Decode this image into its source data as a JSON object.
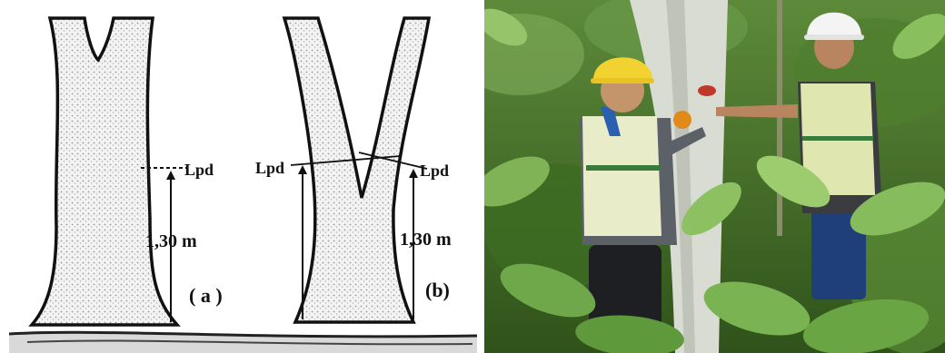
{
  "diagram": {
    "tree_a": {
      "height_label": "1,30 m",
      "measure_label": "Lpd",
      "panel_label": "( a )"
    },
    "tree_b": {
      "height_label": "1,30 m",
      "measure_label_left": "Lpd",
      "measure_label_right": "Lpd",
      "panel_label": "(b)"
    }
  },
  "photo": {
    "subject": "two-field-workers-measuring-tree-diameter",
    "colors": {
      "foliage": "#3f6b24",
      "helmet_yellow": "#f2d230",
      "helmet_white": "#f4f4f4",
      "vest": "#e9ecc9"
    }
  }
}
